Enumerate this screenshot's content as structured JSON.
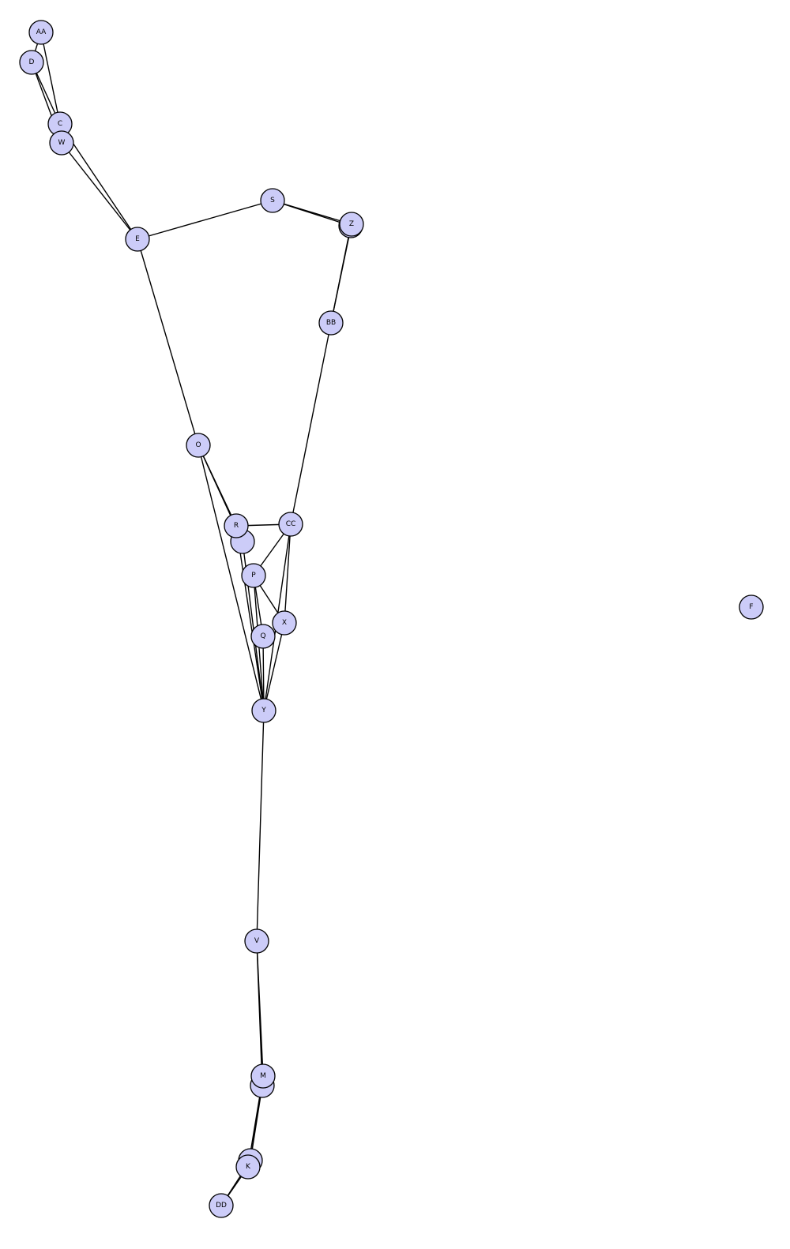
{
  "graph": {
    "node_fill": "#ccccf8",
    "node_stroke": "#000000",
    "edge_color": "#000000",
    "nodes": [
      {
        "id": "AA",
        "label": "AA"
      },
      {
        "id": "D",
        "label": "D"
      },
      {
        "id": "C",
        "label": "C"
      },
      {
        "id": "W",
        "label": "W"
      },
      {
        "id": "E",
        "label": "E"
      },
      {
        "id": "S",
        "label": "S"
      },
      {
        "id": "Z",
        "label": "Z"
      },
      {
        "id": "Z2",
        "label": ""
      },
      {
        "id": "BB",
        "label": "BB"
      },
      {
        "id": "O",
        "label": "O"
      },
      {
        "id": "R",
        "label": "R"
      },
      {
        "id": "L",
        "label": ""
      },
      {
        "id": "CC",
        "label": "CC"
      },
      {
        "id": "P",
        "label": "P"
      },
      {
        "id": "X",
        "label": "X"
      },
      {
        "id": "Q",
        "label": "Q"
      },
      {
        "id": "Y",
        "label": "Y"
      },
      {
        "id": "V",
        "label": "V"
      },
      {
        "id": "M",
        "label": "M"
      },
      {
        "id": "M2",
        "label": ""
      },
      {
        "id": "K",
        "label": "K"
      },
      {
        "id": "K2",
        "label": ""
      },
      {
        "id": "DD",
        "label": "DD"
      },
      {
        "id": "F",
        "label": "F"
      }
    ],
    "edges": [
      [
        "AA",
        "D"
      ],
      [
        "AA",
        "C"
      ],
      [
        "D",
        "C"
      ],
      [
        "D",
        "W"
      ],
      [
        "C",
        "E"
      ],
      [
        "W",
        "E"
      ],
      [
        "E",
        "S"
      ],
      [
        "E",
        "O"
      ],
      [
        "S",
        "Z"
      ],
      [
        "S",
        "Z2"
      ],
      [
        "Z",
        "BB"
      ],
      [
        "Z2",
        "BB"
      ],
      [
        "BB",
        "CC"
      ],
      [
        "O",
        "R"
      ],
      [
        "O",
        "L"
      ],
      [
        "O",
        "Y"
      ],
      [
        "R",
        "CC"
      ],
      [
        "R",
        "Y"
      ],
      [
        "L",
        "Y"
      ],
      [
        "CC",
        "P"
      ],
      [
        "CC",
        "X"
      ],
      [
        "CC",
        "Y"
      ],
      [
        "P",
        "X"
      ],
      [
        "P",
        "Q"
      ],
      [
        "P",
        "Y"
      ],
      [
        "X",
        "Y"
      ],
      [
        "Q",
        "Y"
      ],
      [
        "Y",
        "V"
      ],
      [
        "V",
        "M"
      ],
      [
        "V",
        "M2"
      ],
      [
        "M",
        "K"
      ],
      [
        "M2",
        "K2"
      ],
      [
        "M",
        "K2"
      ],
      [
        "K",
        "DD"
      ],
      [
        "K2",
        "DD"
      ]
    ]
  }
}
